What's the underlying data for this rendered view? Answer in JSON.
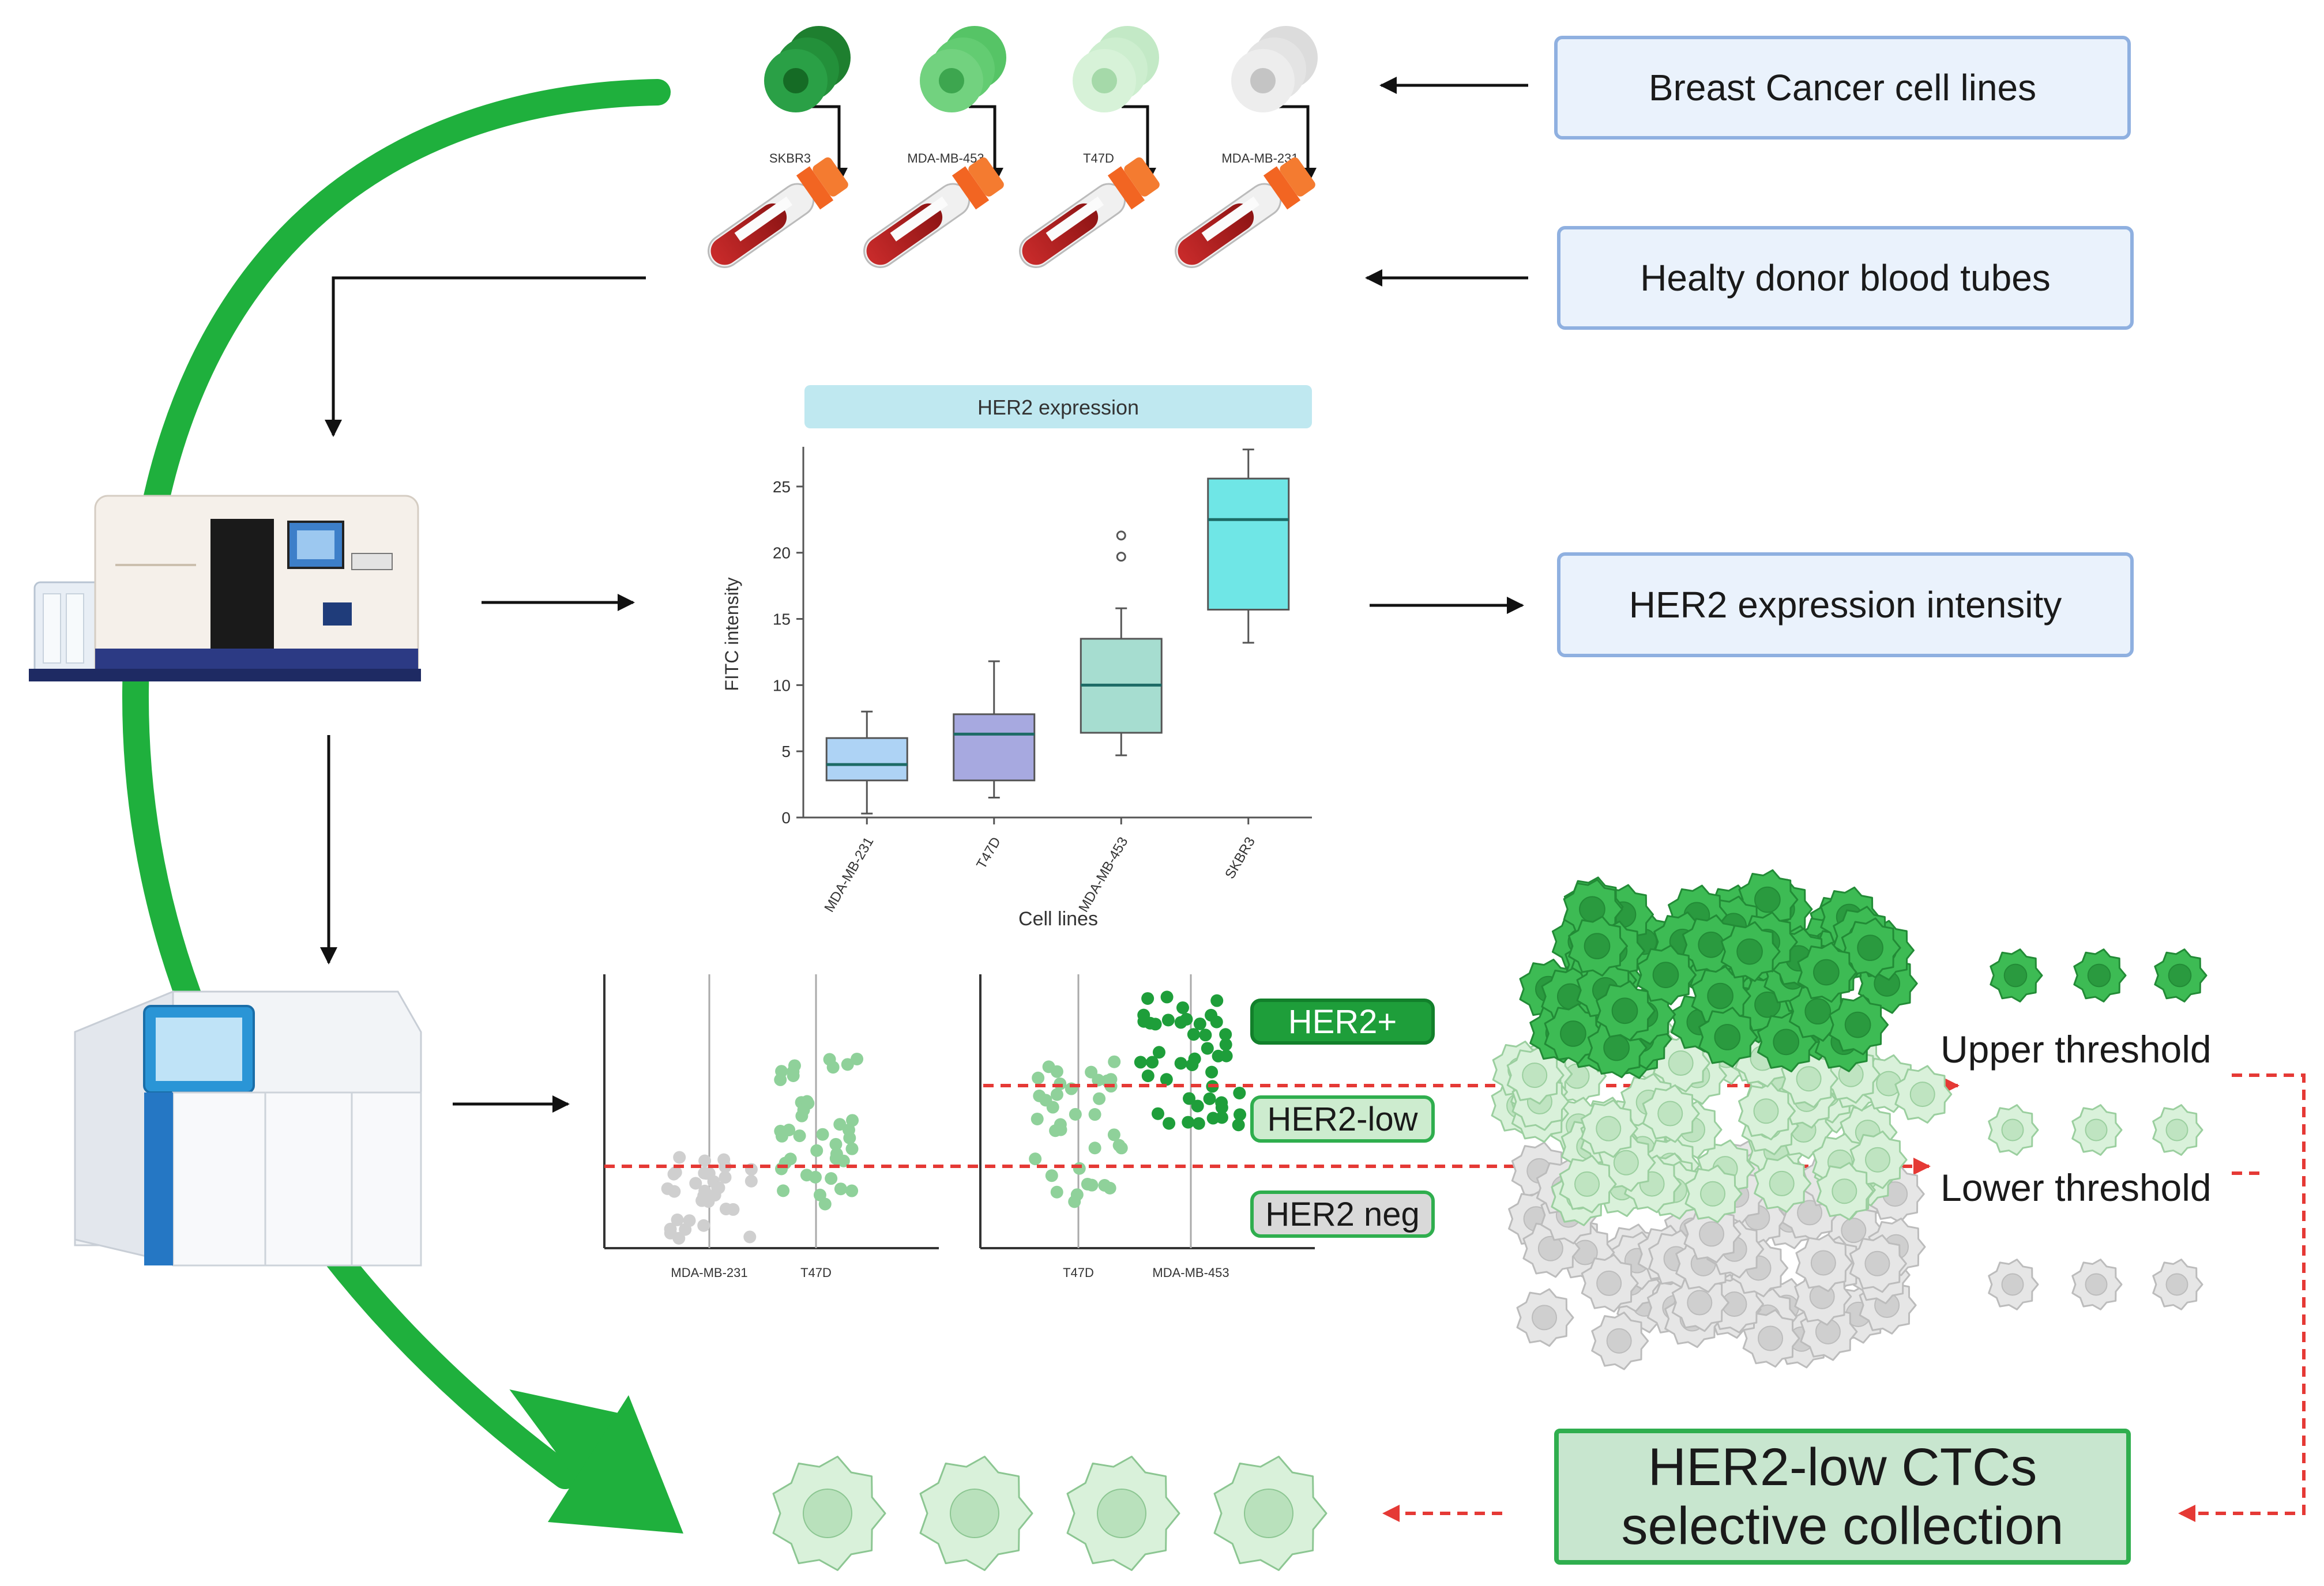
{
  "boxes": {
    "breast_cancer": "Breast Cancer cell lines",
    "donor_blood": "Healty donor blood tubes",
    "her2_intensity": "HER2 expression intensity",
    "final_line1": "HER2-low CTCs",
    "final_line2": "selective collection"
  },
  "cell_lines_top": [
    "SKBR3",
    "MDA-MB-453",
    "T47D",
    "MDA-MB-231"
  ],
  "categories": {
    "her2_pos": "HER2+",
    "her2_low": "HER2-low",
    "her2_neg": "HER2 neg"
  },
  "thresholds": {
    "upper": "Upper threshold",
    "lower": "Lower threshold"
  },
  "scatter_labels": {
    "left": [
      "MDA-MB-231",
      "T47D"
    ],
    "right": [
      "T47D",
      "MDA-MB-453"
    ]
  },
  "colors": {
    "her2_pos": "#1e9e3a",
    "her2_low": "#b5e3b9",
    "her2_neg": "#cfcfcf",
    "arrow_green": "#1fb03d",
    "threshold_red": "#e53935",
    "box_border": "#8fb0e0"
  },
  "chart_data": {
    "type": "box",
    "title": "HER2 expression",
    "xlabel": "Cell lines",
    "ylabel": "FITC intensity",
    "ylim": [
      0,
      28
    ],
    "yticks": [
      0,
      5,
      10,
      15,
      20,
      25
    ],
    "categories": [
      "MDA-MB-231",
      "T47D",
      "MDA-MB-453",
      "SKBR3"
    ],
    "boxes": [
      {
        "name": "MDA-MB-231",
        "whisker_low": 0.3,
        "q1": 2.8,
        "median": 4.0,
        "q3": 6.0,
        "whisker_high": 8.0,
        "outliers": [],
        "color": "#aed3f5"
      },
      {
        "name": "T47D",
        "whisker_low": 1.5,
        "q1": 2.8,
        "median": 6.3,
        "q3": 7.8,
        "whisker_high": 11.8,
        "outliers": [],
        "color": "#a7a9e0"
      },
      {
        "name": "MDA-MB-453",
        "whisker_low": 4.7,
        "q1": 6.4,
        "median": 10.0,
        "q3": 13.5,
        "whisker_high": 15.8,
        "outliers": [
          19.7,
          21.3
        ],
        "color": "#a6ddd0"
      },
      {
        "name": "SKBR3",
        "whisker_low": 13.2,
        "q1": 15.7,
        "median": 22.5,
        "q3": 25.6,
        "whisker_high": 27.8,
        "outliers": [],
        "color": "#6fe6e6"
      }
    ]
  }
}
